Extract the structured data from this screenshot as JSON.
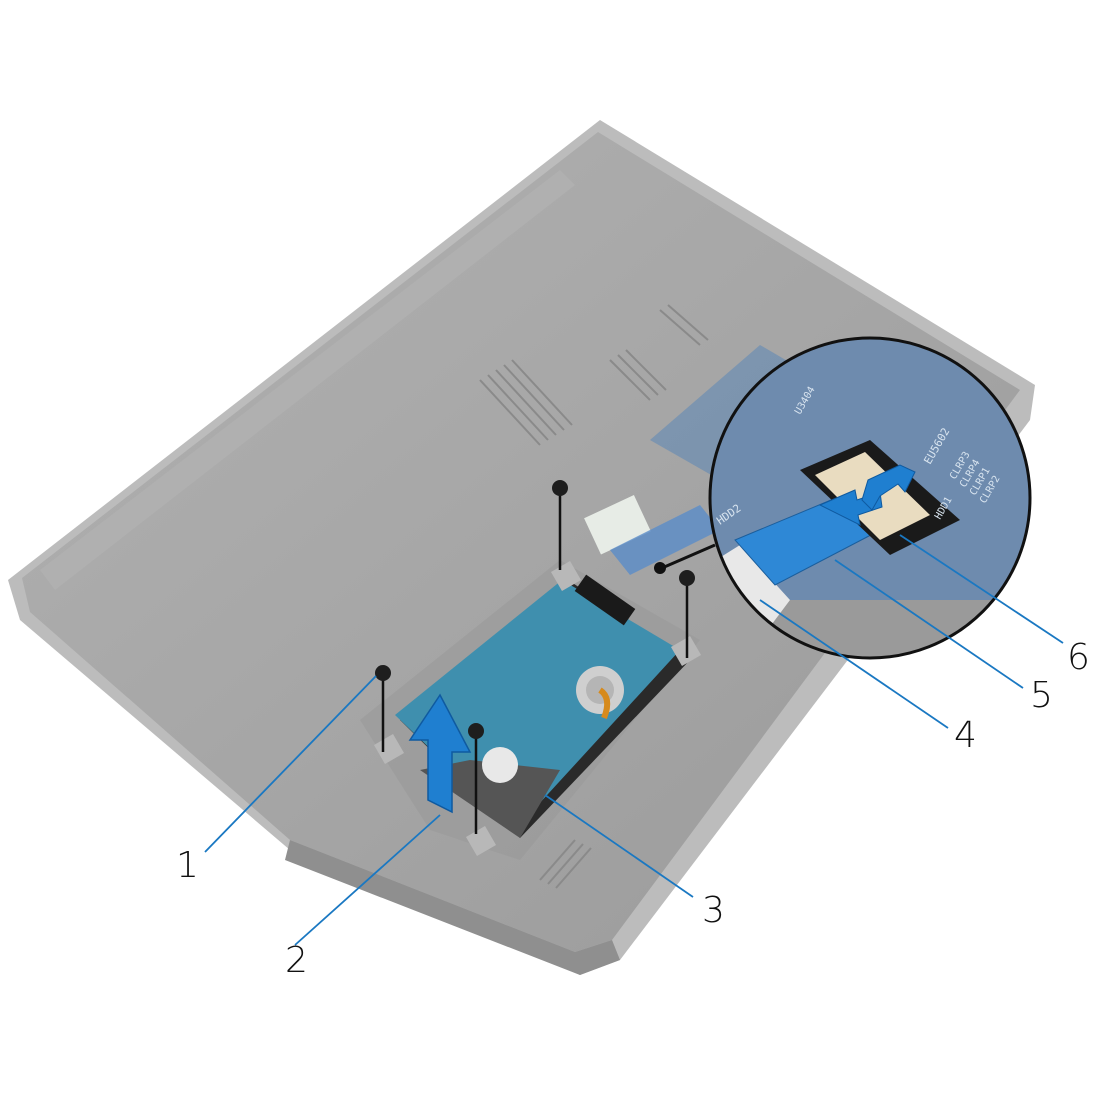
{
  "figure": {
    "subject": "Laptop base with hard-drive assembly removal",
    "colors": {
      "background": "#ffffff",
      "chassis": "#a3a3a3",
      "chassis_edge": "#bdbdbd",
      "chassis_dark": "#8c8c8c",
      "hdd_pcb": "#3d8fb3",
      "hdd_body": "#5a5a5a",
      "arrow": "#1f7fd0",
      "callout_line": "#1a78c2",
      "flex_cable": "#2e88d6",
      "zoom_circle_border": "#111111",
      "motherboard": "#5d7fa5"
    }
  },
  "callouts": [
    {
      "number": "1",
      "target": "screw"
    },
    {
      "number": "2",
      "target": "hard-drive cable"
    },
    {
      "number": "3",
      "target": "hard-drive assembly"
    },
    {
      "number": "4",
      "target": "hard-drive cable"
    },
    {
      "number": "5",
      "target": "pull tab"
    },
    {
      "number": "6",
      "target": "latch / connector"
    }
  ],
  "pcb_labels": {
    "hdd": "HDD2",
    "chip": "EU5602",
    "u": "U3404",
    "clrp3": "CLRP3",
    "clrp4": "CLRP4",
    "clrp1": "CLRP1",
    "clrp2": "CLRP2",
    "hdd1": "HDD1"
  }
}
